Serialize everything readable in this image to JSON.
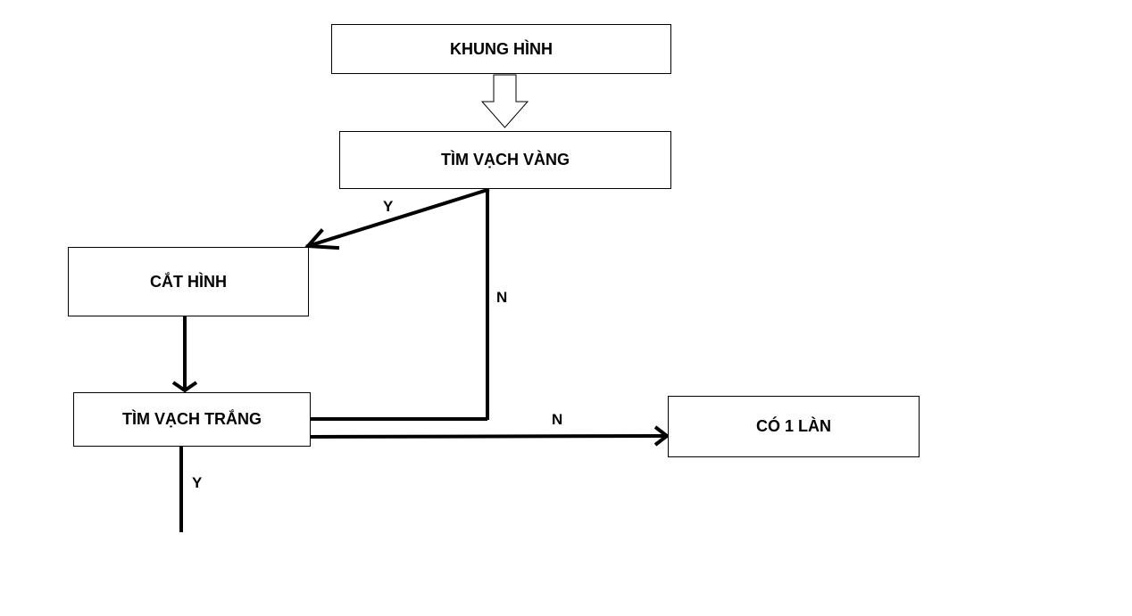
{
  "nodes": {
    "frame": "KHUNG HÌNH",
    "find_yellow": "TÌM VẠCH VÀNG",
    "crop": "CẮT HÌNH",
    "find_white": "TÌM VẠCH TRẮNG",
    "one_lane": "CÓ 1 LÀN"
  },
  "edge_labels": {
    "yellow_yes": "Y",
    "yellow_no": "N",
    "white_no": "N",
    "white_yes": "Y"
  },
  "colors": {
    "stroke": "#000000",
    "background": "#ffffff"
  }
}
